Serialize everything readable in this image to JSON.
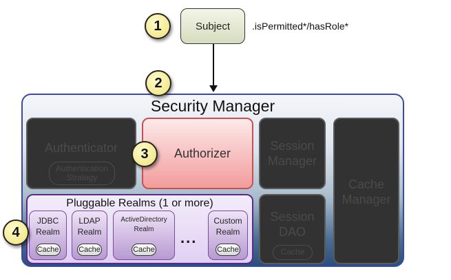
{
  "subject": {
    "label": "Subject",
    "method": ".isPermitted*/hasRole*"
  },
  "badges": [
    "1",
    "2",
    "3",
    "4"
  ],
  "security_manager": {
    "title": "Security Manager",
    "authenticator": {
      "label": "Authenticator",
      "strategy": "Authentication Strategy"
    },
    "authorizer": {
      "label": "Authorizer"
    },
    "session_manager": {
      "label": "Session Manager"
    },
    "session_dao": {
      "label": "Session DAO",
      "cache": "Cache"
    },
    "cache_manager": {
      "label": "Cache Manager"
    },
    "pluggable_realms": {
      "title": "Pluggable Realms (1 or more)",
      "ellipsis": "...",
      "realms": [
        {
          "label": "JDBC Realm",
          "cache": "Cache"
        },
        {
          "label": "LDAP Realm",
          "cache": "Cache"
        },
        {
          "label": "ActiveDirectory Realm",
          "cache": "Cache"
        },
        {
          "label": "Custom Realm",
          "cache": "Cache"
        }
      ]
    }
  },
  "colors": {
    "badge": "#f5ec98",
    "authorizer": "#f29c9c",
    "inactive": "#333232",
    "realms": "#e0d0f3",
    "frame": "#3b4aa0"
  }
}
